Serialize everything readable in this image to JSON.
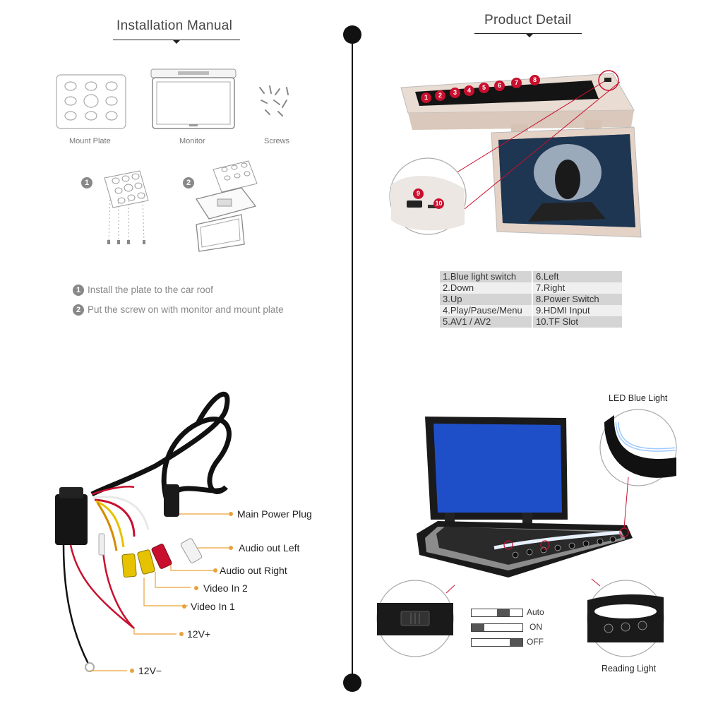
{
  "left": {
    "title": "Installation Manual",
    "parts": [
      {
        "label": "Mount Plate",
        "icon": "mount-plate-icon"
      },
      {
        "label": "Monitor",
        "icon": "monitor-icon"
      },
      {
        "label": "Screws",
        "icon": "screws-icon"
      }
    ],
    "steps": [
      {
        "num": "1",
        "text": "Install the plate to the car roof"
      },
      {
        "num": "2",
        "text": "Put the screw on with monitor and mount plate"
      }
    ],
    "wires": [
      "Main Power Plug",
      "Audio out Left",
      "Audio out Right",
      "Video In 2",
      "Video In 1",
      "12V+",
      "12V−"
    ]
  },
  "right": {
    "title": "Product Detail",
    "button_numbers": [
      "1",
      "2",
      "3",
      "4",
      "5",
      "6",
      "7",
      "8"
    ],
    "port_numbers": [
      "9",
      "10"
    ],
    "specs": [
      [
        "1.Blue light switch",
        "6.Left"
      ],
      [
        "2.Down",
        "7.Right"
      ],
      [
        "3.Up",
        "8.Power Switch"
      ],
      [
        "4.Play/Pause/Menu",
        "9.HDMI Input"
      ],
      [
        "5.AV1 / AV2",
        "10.TF Slot"
      ]
    ],
    "led_label": "LED Blue Light",
    "reading_label": "Reading Light",
    "switch_modes": [
      "Auto",
      "ON",
      "OFF"
    ]
  },
  "colors": {
    "accent_red": "#c8102e",
    "wire_orange": "#e9a23b",
    "screen_blue": "#1f4fc8"
  }
}
